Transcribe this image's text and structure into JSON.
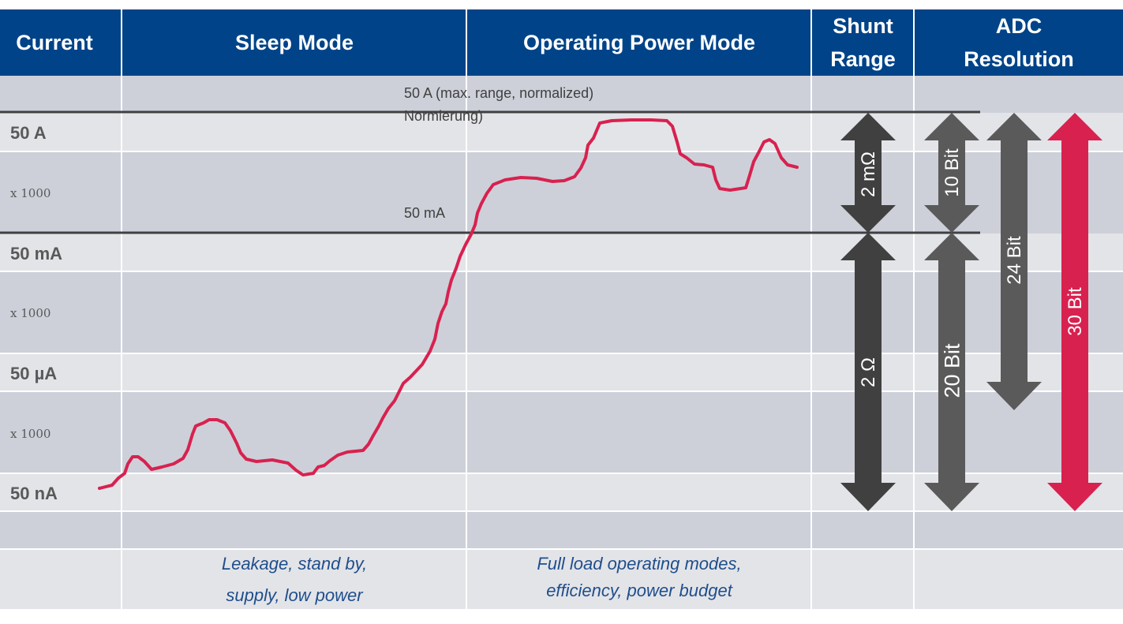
{
  "header": {
    "current": "Current",
    "sleep_mode": "Sleep Mode",
    "operating_mode": "Operating Power Mode",
    "shunt_range_line1": "Shunt",
    "shunt_range_line2": "Range",
    "adc_line1": "ADC",
    "adc_line2": "Resolution"
  },
  "rows": {
    "r50A": "50 A",
    "m1": "x 1000",
    "r50mA": "50 mA",
    "m2": "x 1000",
    "r50uA": "50 µA",
    "m3": "x 1000",
    "r50nA": "50 nA"
  },
  "annotations": {
    "top_line": "50 A   (max. range, normalized)",
    "top_line_sub": "Normierung)",
    "mid_line": "50 mA"
  },
  "arrows": {
    "shunt_high": "2 mΩ",
    "shunt_low": "2 Ω",
    "adc_10": "10 Bit",
    "adc_20": "20 Bit",
    "adc_24": "24 Bit",
    "adc_30": "30 Bit"
  },
  "captions": {
    "sleep_line1": "Leakage, stand by,",
    "sleep_line2": "supply, low power",
    "operating_line1": "Full load operating modes,",
    "operating_line2": "efficiency, power budget"
  },
  "colors": {
    "header_bg": "#004388",
    "band_dark": "#cdd0d9",
    "band_light": "#e3e4e8",
    "curve": "#d8214f",
    "arrow_dark": "#404040",
    "arrow_mid": "#5a5a5a",
    "arrow_red": "#d8214f"
  }
}
